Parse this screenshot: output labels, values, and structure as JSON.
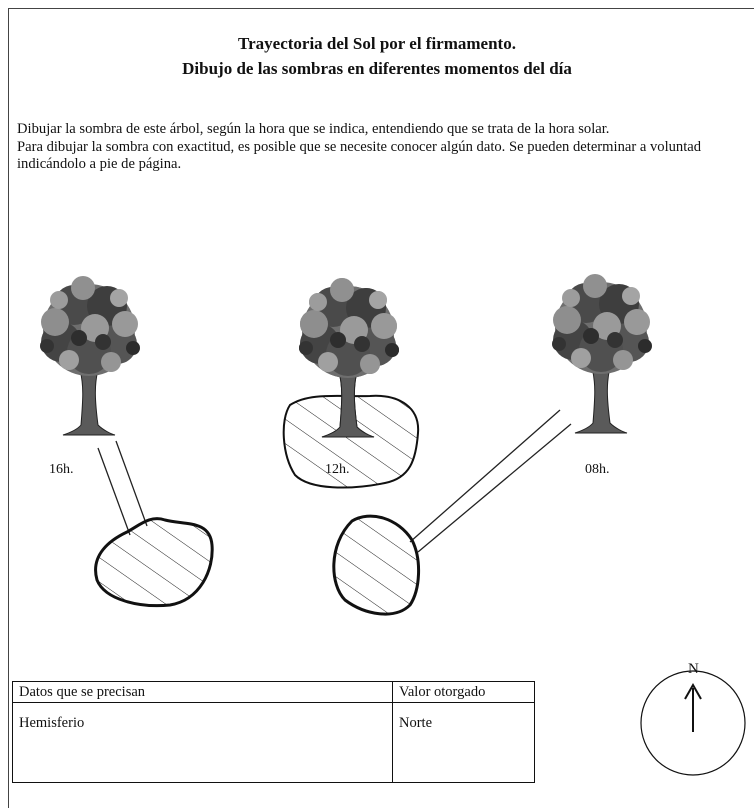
{
  "title_line1": "Trayectoria del Sol por el firmamento.",
  "title_line2": "Dibujo de las sombras en diferentes momentos del día",
  "instructions": [
    "Dibujar la sombra de este árbol, según la hora que se indica, entendiendo que se trata de la hora solar.",
    "Para dibujar la sombra con exactitud, es posible que se necesite conocer algún dato. Se pueden determinar a voluntad indicándolo a pie de página."
  ],
  "trees": [
    {
      "hour": "16h."
    },
    {
      "hour": "12h."
    },
    {
      "hour": "08h."
    }
  ],
  "table": {
    "headers": [
      "Datos que se precisan",
      "Valor otorgado"
    ],
    "rows": [
      [
        "Hemisferio",
        "Norte"
      ]
    ]
  },
  "compass": {
    "label": "N",
    "icon": "north-arrow-icon"
  },
  "colors": {
    "foliage_dark": "#3a3a3a",
    "foliage_mid": "#8a8a8a",
    "trunk": "#555555"
  }
}
